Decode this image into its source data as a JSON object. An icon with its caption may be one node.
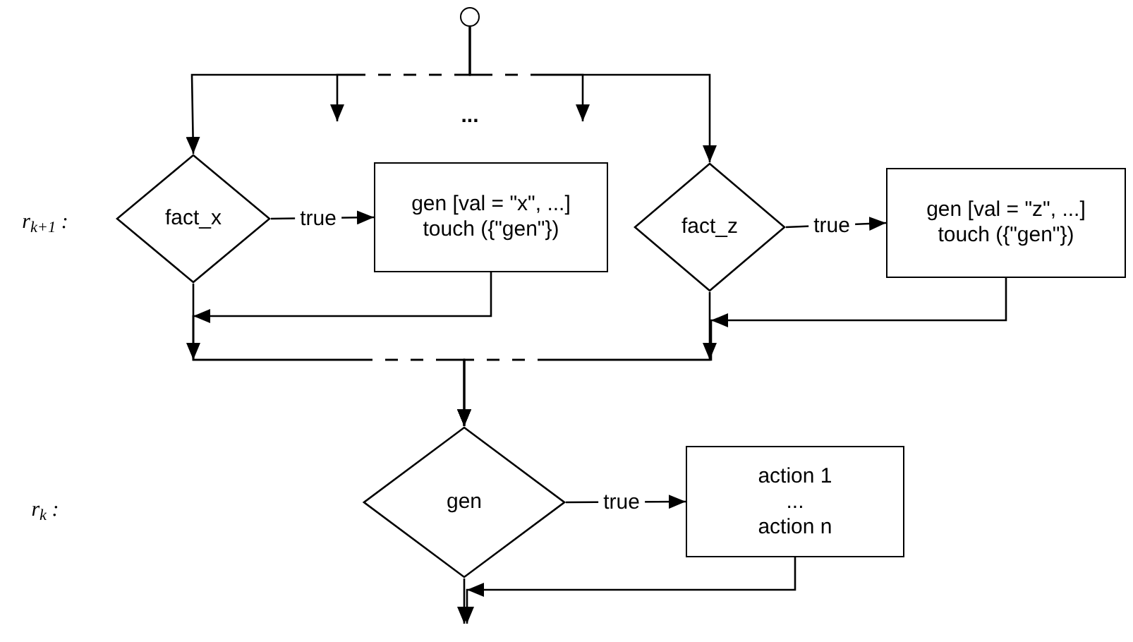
{
  "diagram": {
    "nodes": [
      {
        "text": [],
        "shape": "circle"
      },
      {
        "text": [
          "fact_x"
        ]
      },
      {
        "text": [
          "gen [val = \"x\", ...]",
          "touch ({\"gen\"})"
        ]
      },
      {
        "text": [
          "fact_z"
        ]
      },
      {
        "text": [
          "gen [val = \"z\", ...]",
          "touch ({\"gen\"})"
        ]
      },
      {
        "text": [
          "gen"
        ]
      },
      {
        "text": [
          "action 1",
          "...",
          "action n"
        ]
      }
    ],
    "edges": [
      {
        "from": 0,
        "to": 1,
        "arrow": "to"
      },
      {
        "from": 0,
        "to": null,
        "arrow": "to"
      },
      {
        "from": 0,
        "to": null,
        "arrow": "to"
      },
      {
        "from": 0,
        "to": 3,
        "arrow": "to"
      },
      {
        "from": 1,
        "to": 2,
        "arrow": "to",
        "label": "true"
      },
      {
        "from": 1,
        "to": 5,
        "arrow": "to"
      },
      {
        "from": 2,
        "to": 5,
        "arrow": "to"
      },
      {
        "from": 3,
        "to": 4,
        "arrow": "to",
        "label": "true"
      },
      {
        "from": 3,
        "to": 5,
        "arrow": "to"
      },
      {
        "from": 4,
        "to": 5,
        "arrow": "to"
      },
      {
        "from": 5,
        "to": 6,
        "arrow": "to",
        "label": "true"
      },
      {
        "from": 5,
        "to": null,
        "arrow": "to"
      },
      {
        "from": 6,
        "to": null,
        "arrow": "to"
      }
    ],
    "labels": [
      "...",
      "r$_{k+1}$ :",
      "r$_{k}$ :"
    ]
  }
}
